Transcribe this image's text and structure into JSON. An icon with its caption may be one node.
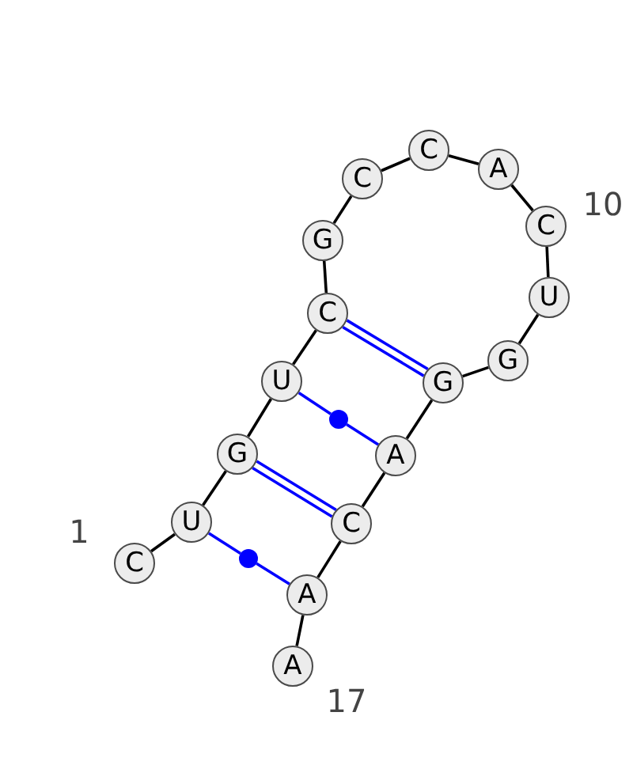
{
  "diagram": {
    "nodes": [
      {
        "text": [
          "C"
        ]
      },
      {
        "text": [
          "U"
        ]
      },
      {
        "text": [
          "G"
        ]
      },
      {
        "text": [
          "U"
        ]
      },
      {
        "text": [
          "C"
        ]
      },
      {
        "text": [
          "G"
        ]
      },
      {
        "text": [
          "C"
        ]
      },
      {
        "text": [
          "C"
        ]
      },
      {
        "text": [
          "A"
        ]
      },
      {
        "text": [
          "C"
        ]
      },
      {
        "text": [
          "U"
        ]
      },
      {
        "text": [
          "G"
        ]
      },
      {
        "text": [
          "G"
        ]
      },
      {
        "text": [
          "A"
        ]
      },
      {
        "text": [
          "C"
        ]
      },
      {
        "text": [
          "A"
        ]
      },
      {
        "text": [
          "A"
        ]
      },
      {
        "text": [],
        "shape": "circle"
      },
      {
        "text": [],
        "shape": "circle"
      }
    ],
    "edges": [
      {
        "from": 0,
        "to": 1,
        "arrow": "none"
      },
      {
        "from": 1,
        "to": 2,
        "arrow": "none"
      },
      {
        "from": 2,
        "to": 3,
        "arrow": "none"
      },
      {
        "from": 3,
        "to": 4,
        "arrow": "none"
      },
      {
        "from": 4,
        "to": 5,
        "arrow": "none"
      },
      {
        "from": 5,
        "to": 6,
        "arrow": "none"
      },
      {
        "from": 6,
        "to": 7,
        "arrow": "none"
      },
      {
        "from": 7,
        "to": 8,
        "arrow": "none"
      },
      {
        "from": 8,
        "to": 9,
        "arrow": "none"
      },
      {
        "from": 9,
        "to": 10,
        "arrow": "none"
      },
      {
        "from": 10,
        "to": 11,
        "arrow": "none"
      },
      {
        "from": 11,
        "to": 12,
        "arrow": "none"
      },
      {
        "from": 12,
        "to": 13,
        "arrow": "none"
      },
      {
        "from": 13,
        "to": 14,
        "arrow": "none"
      },
      {
        "from": 14,
        "to": 15,
        "arrow": "none"
      },
      {
        "from": 15,
        "to": 16,
        "arrow": "none"
      },
      {
        "from": 4,
        "to": 12,
        "arrow": "none",
        "color": "#0000ff"
      },
      {
        "from": 4,
        "to": 12,
        "arrow": "none",
        "color": "#0000ff"
      },
      {
        "from": 3,
        "to": 17,
        "arrow": "none",
        "color": "#0000ff"
      },
      {
        "from": 17,
        "to": 13,
        "arrow": "none",
        "color": "#0000ff"
      },
      {
        "from": 2,
        "to": 14,
        "arrow": "none",
        "color": "#0000ff"
      },
      {
        "from": 2,
        "to": 14,
        "arrow": "none",
        "color": "#0000ff"
      },
      {
        "from": 1,
        "to": 18,
        "arrow": "none",
        "color": "#0000ff"
      },
      {
        "from": 18,
        "to": 15,
        "arrow": "none",
        "color": "#0000ff"
      }
    ],
    "labels": [
      "1",
      "10",
      "17"
    ]
  }
}
